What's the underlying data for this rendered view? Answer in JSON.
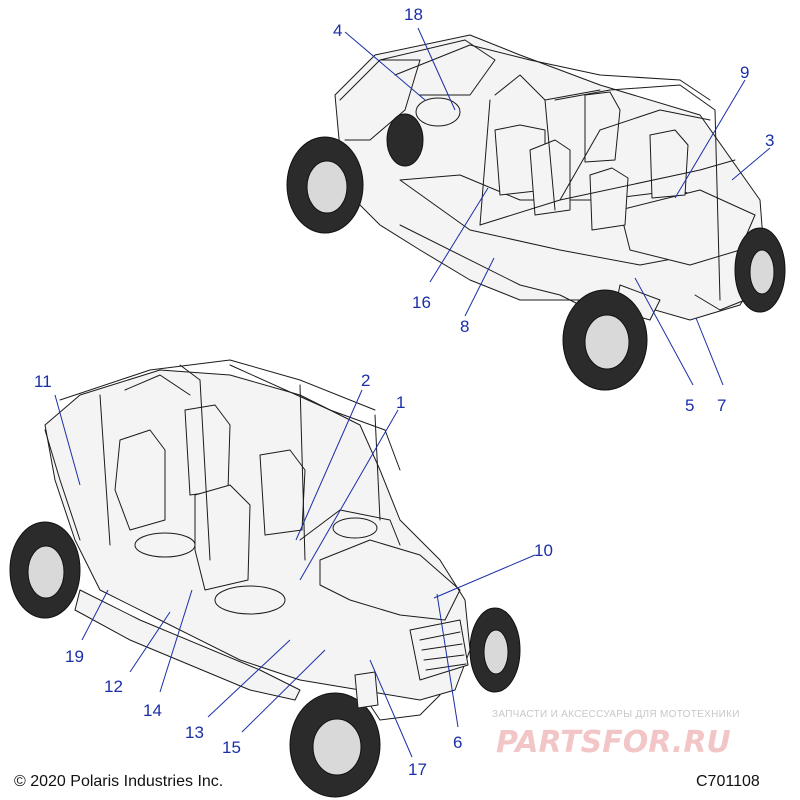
{
  "callouts": [
    {
      "id": "c1",
      "label": "1"
    },
    {
      "id": "c2",
      "label": "2"
    },
    {
      "id": "c3",
      "label": "3"
    },
    {
      "id": "c4",
      "label": "4"
    },
    {
      "id": "c5",
      "label": "5"
    },
    {
      "id": "c6",
      "label": "6"
    },
    {
      "id": "c7",
      "label": "7"
    },
    {
      "id": "c8",
      "label": "8"
    },
    {
      "id": "c9",
      "label": "9"
    },
    {
      "id": "c10",
      "label": "10"
    },
    {
      "id": "c11",
      "label": "11"
    },
    {
      "id": "c12",
      "label": "12"
    },
    {
      "id": "c13",
      "label": "13"
    },
    {
      "id": "c14",
      "label": "14"
    },
    {
      "id": "c15",
      "label": "15"
    },
    {
      "id": "c16",
      "label": "16"
    },
    {
      "id": "c17",
      "label": "17"
    },
    {
      "id": "c18",
      "label": "18"
    },
    {
      "id": "c19",
      "label": "19"
    }
  ],
  "footer": {
    "copyright": "© 2020 Polaris Industries Inc.",
    "diagram_code": "C701108"
  },
  "watermark": {
    "tagline": "ЗАПЧАСТИ И АКСЕССУАРЫ ДЛЯ МОТОТЕХНИКИ",
    "brand": "PARTSFOR.RU"
  },
  "colors": {
    "callout": "#1a2fa8",
    "ink": "#1b1b1b",
    "watermark": "#e07a7a"
  }
}
